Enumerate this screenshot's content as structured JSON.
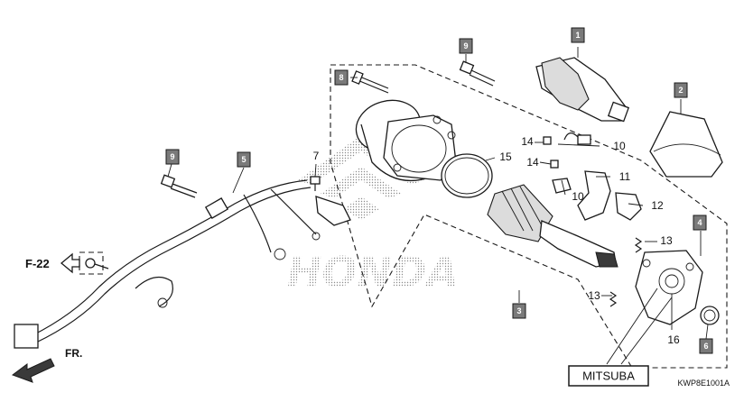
{
  "diagram": {
    "boxed_callouts": [
      {
        "id": "box-1",
        "label": "1"
      },
      {
        "id": "box-2",
        "label": "2"
      },
      {
        "id": "box-3",
        "label": "3"
      },
      {
        "id": "box-4",
        "label": "4"
      },
      {
        "id": "box-5",
        "label": "5"
      },
      {
        "id": "box-6",
        "label": "6"
      },
      {
        "id": "box-8",
        "label": "8"
      },
      {
        "id": "box-9a",
        "label": "9"
      },
      {
        "id": "box-9b",
        "label": "9"
      }
    ],
    "plain_callouts": [
      {
        "id": "num-7",
        "label": "7"
      },
      {
        "id": "num-10a",
        "label": "10"
      },
      {
        "id": "num-10b",
        "label": "10"
      },
      {
        "id": "num-11",
        "label": "11"
      },
      {
        "id": "num-12",
        "label": "12"
      },
      {
        "id": "num-13a",
        "label": "13"
      },
      {
        "id": "num-13b",
        "label": "13"
      },
      {
        "id": "num-14a",
        "label": "14"
      },
      {
        "id": "num-14b",
        "label": "14"
      },
      {
        "id": "num-15",
        "label": "15"
      },
      {
        "id": "num-16",
        "label": "16"
      }
    ],
    "reference_label": "F-22",
    "direction_label": "FR.",
    "watermark_text": "HONDA",
    "brand_label": "MITSUBA",
    "diagram_code": "KWP8E1001A"
  }
}
